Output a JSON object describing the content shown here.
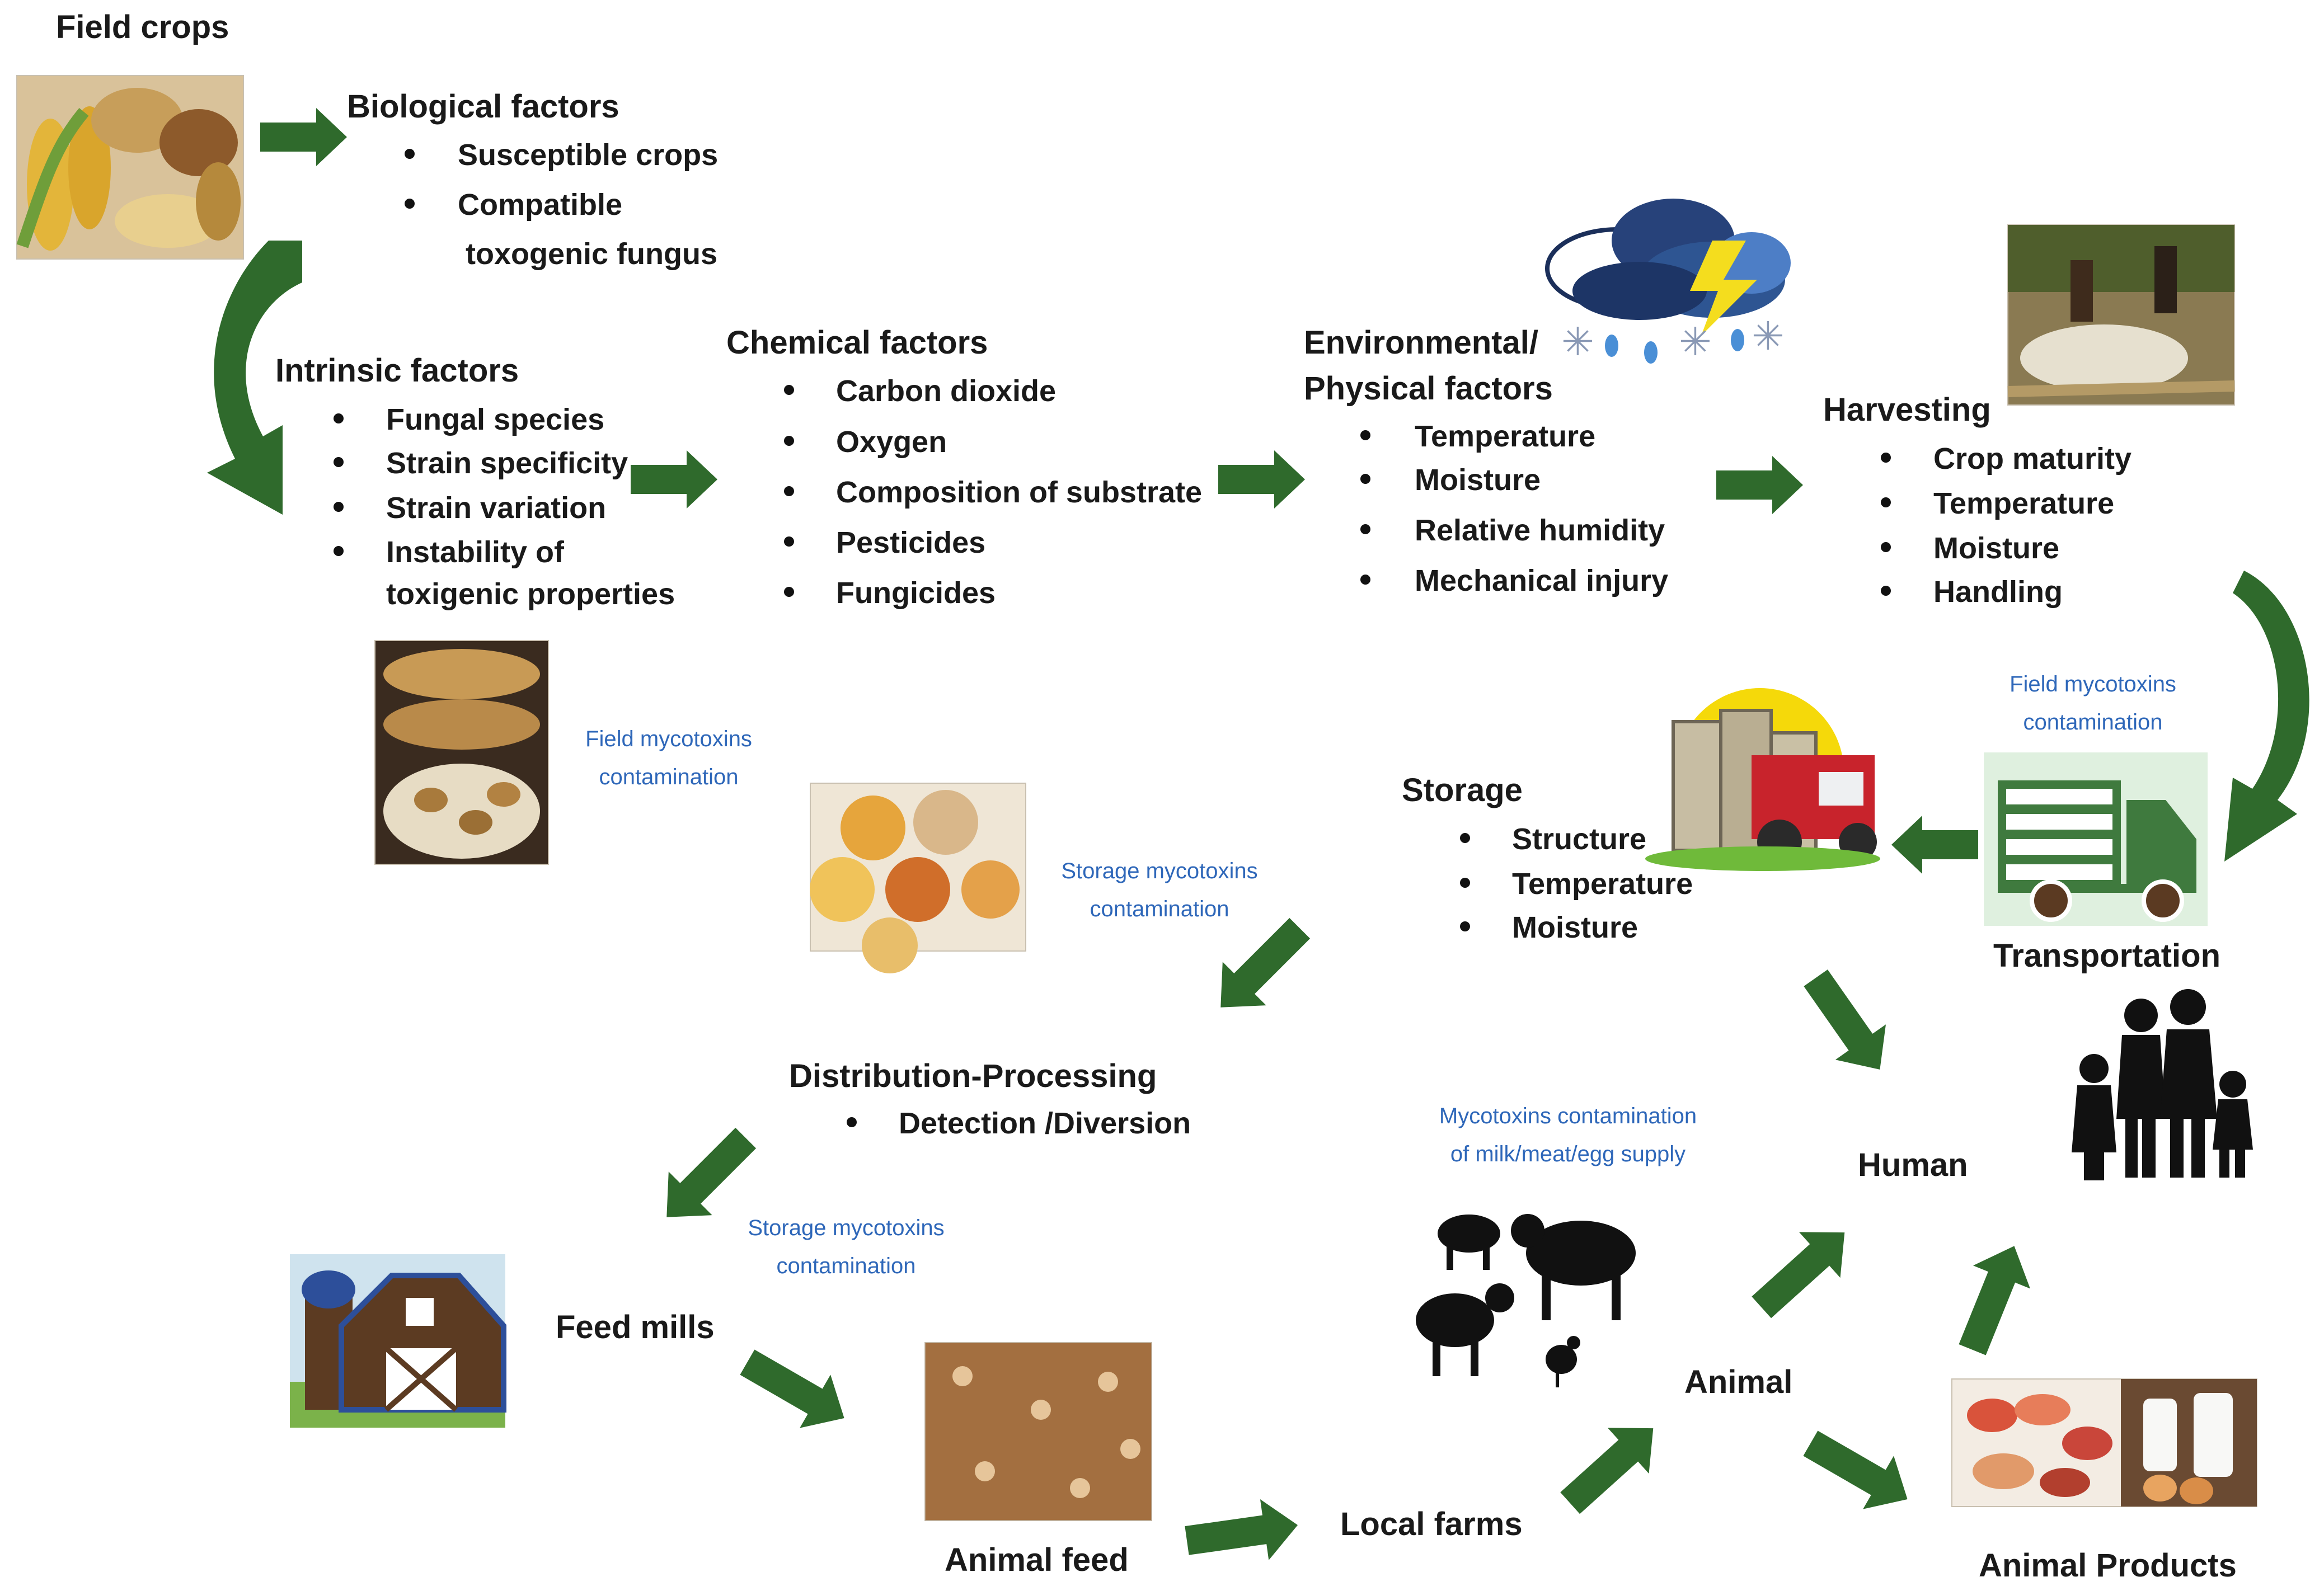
{
  "colors": {
    "arrow": "#2f6a2c",
    "heading_text": "#1a1a1a",
    "note_text": "#2e67b9",
    "background": "#ffffff"
  },
  "field_crops": {
    "title": "Field crops",
    "icon": "grain-and-corn-photo"
  },
  "biological": {
    "title": "Biological factors",
    "items": [
      "Susceptible crops",
      "Compatible"
    ],
    "continuation": "toxogenic fungus"
  },
  "intrinsic": {
    "title": "Intrinsic factors",
    "items": [
      "Fungal species",
      "Strain specificity",
      "Strain variation",
      "Instability of"
    ],
    "continuation": "toxigenic properties"
  },
  "chemical": {
    "title": "Chemical factors",
    "items": [
      "Carbon dioxide",
      "Oxygen",
      "Composition of substrate",
      "Pesticides",
      "Fungicides"
    ]
  },
  "environmental": {
    "title_line1": "Environmental/",
    "title_line2": "Physical factors",
    "items": [
      "Temperature",
      "Moisture",
      "Relative humidity",
      "Mechanical injury"
    ],
    "icon": "storm-cloud-icon"
  },
  "harvesting": {
    "title": "Harvesting",
    "items": [
      "Crop maturity",
      "Temperature",
      "Moisture",
      "Handling"
    ],
    "icon": "harvest-field-photo"
  },
  "storage": {
    "title": "Storage",
    "items": [
      "Structure",
      "Temperature",
      "Moisture"
    ],
    "icon": "silo-and-harvester-icon"
  },
  "transportation": {
    "title": "Transportation",
    "icon": "truck-icon"
  },
  "distribution": {
    "title": "Distribution-Processing",
    "items": [
      "Detection /Diversion"
    ]
  },
  "feed_mills": {
    "title": "Feed mills",
    "icon": "barn-icon"
  },
  "animal_feed": {
    "title": "Animal feed",
    "icon": "animal-feed-photo"
  },
  "local_farms": {
    "title": "Local farms"
  },
  "animal": {
    "title": "Animal",
    "icon": "farm-animals-icon"
  },
  "human": {
    "title": "Human",
    "icon": "family-silhouette-icon"
  },
  "animal_products": {
    "title": "Animal Products",
    "icon": "meat-milk-eggs-photo"
  },
  "notes": {
    "field_left": {
      "line1": "Field mycotoxins",
      "line2": "contamination"
    },
    "field_right": {
      "line1": "Field mycotoxins",
      "line2": "contamination"
    },
    "storage_upper": {
      "line1": "Storage mycotoxins",
      "line2": "contamination"
    },
    "storage_lower": {
      "line1": "Storage mycotoxins",
      "line2": "contamination"
    },
    "supply": {
      "line1": "Mycotoxins contamination",
      "line2": "of milk/meat/egg supply"
    }
  }
}
